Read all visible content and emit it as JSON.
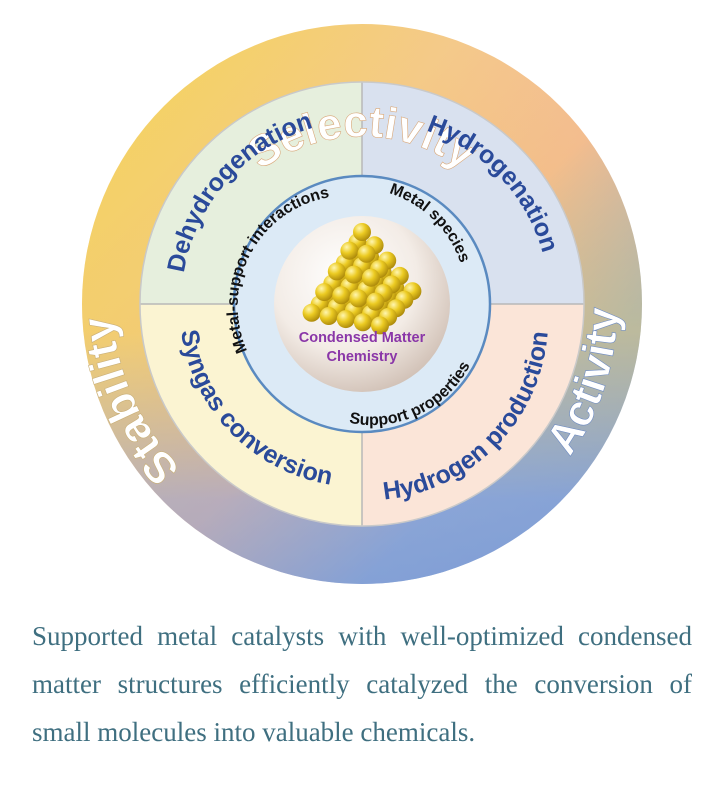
{
  "outer_ring": {
    "top": "Selectivity",
    "left": "Stability",
    "right": "Activity"
  },
  "quadrants": {
    "top_left": "Dehydrogenation",
    "top_right": "Hydrogenation",
    "bottom_left": "Syngas conversion",
    "bottom_right": "Hydrogen production"
  },
  "inner_ring": {
    "top_left": "Metal-support interactions",
    "top_right": "Metal species",
    "bottom": "Support properties"
  },
  "core": {
    "line1": "Condensed Matter",
    "line2": "Chemistry"
  },
  "caption": "Supported metal catalysts with well-optimized condensed matter structures efficiently catalyzed the conversion of small molecules into valuable chemicals.",
  "colors": {
    "ring_yellow": "#f2cd4e",
    "ring_peach": "#f4b89c",
    "ring_blue": "#7b9bd4",
    "quad_top_left": "#e6efdd",
    "quad_top_right": "#d9e1ef",
    "quad_bottom_left": "#fbf4d2",
    "quad_bottom_right": "#fbe5d8",
    "inner_ring": "#dceaf6",
    "gold": "#e8c22a",
    "caption": "#3f6f80"
  }
}
